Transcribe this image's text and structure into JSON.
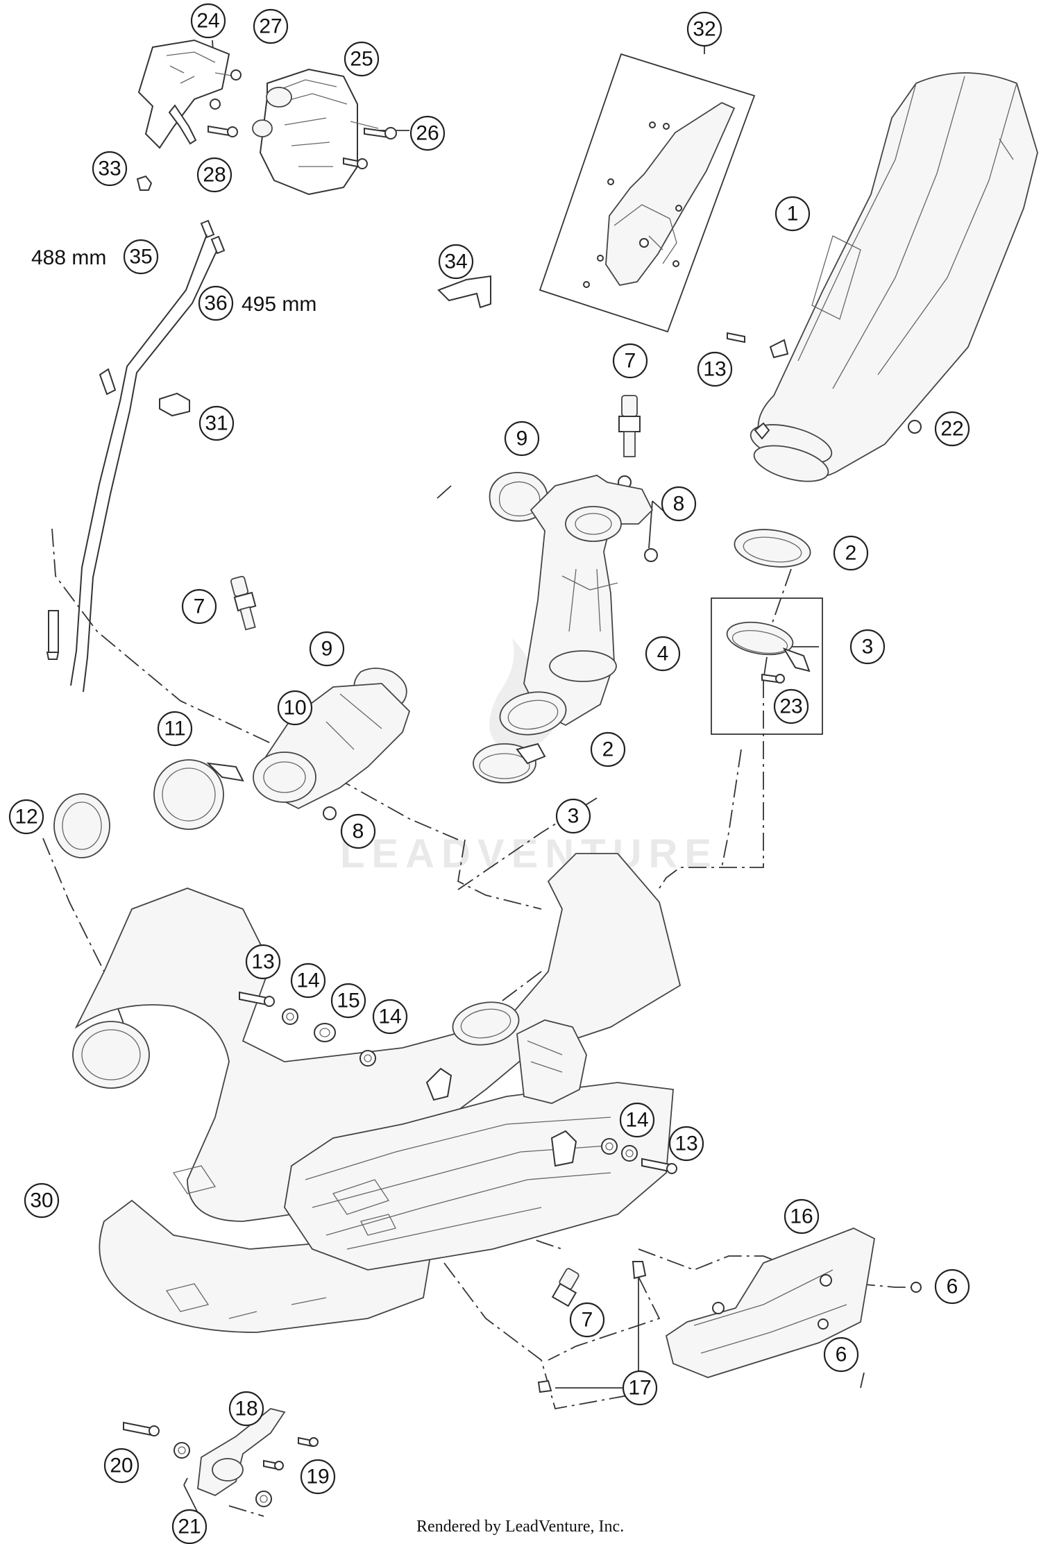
{
  "watermark": "LEADVENTURE",
  "footer": "Rendered by LeadVenture, Inc.",
  "dimensions": {
    "d35": "488 mm",
    "d36": "495 mm"
  },
  "callouts": [
    "1",
    "2",
    "2",
    "3",
    "3",
    "4",
    "6",
    "6",
    "7",
    "7",
    "7",
    "8",
    "8",
    "9",
    "9",
    "10",
    "11",
    "12",
    "13",
    "13",
    "13",
    "14",
    "14",
    "14",
    "15",
    "16",
    "17",
    "18",
    "19",
    "20",
    "21",
    "22",
    "23",
    "24",
    "25",
    "26",
    "27",
    "28",
    "30",
    "31",
    "32",
    "33",
    "34",
    "35",
    "36"
  ]
}
